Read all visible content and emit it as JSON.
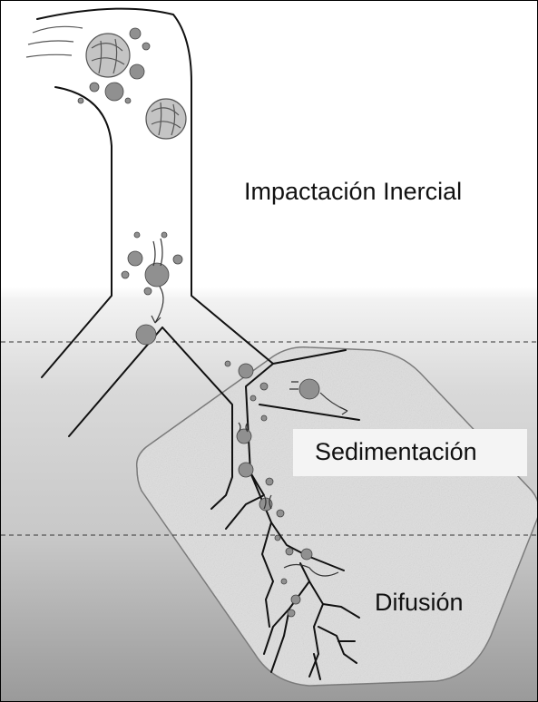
{
  "zones": {
    "inertial_impaction": "Impactación Inercial",
    "sedimentation": "Sedimentación",
    "diffusion": "Difusión"
  },
  "colors": {
    "airway_line": "#111111",
    "alveolar_sac": "#dddddd",
    "particle": "#8a8a8a",
    "zone_divider": "#333333"
  }
}
